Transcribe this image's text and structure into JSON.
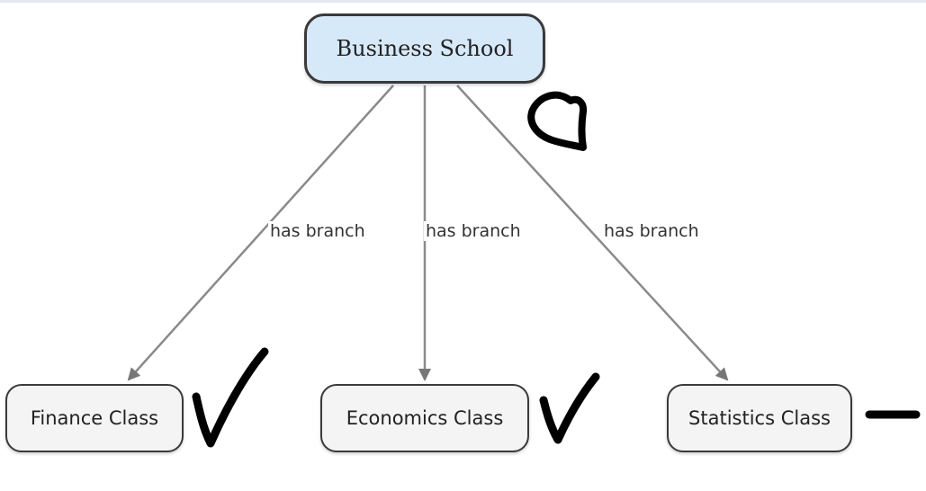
{
  "diagram": {
    "root": {
      "label": "Business School"
    },
    "children": [
      {
        "label": "Finance Class",
        "edge_label": "has branch",
        "annotation": "checkmark"
      },
      {
        "label": "Economics Class",
        "edge_label": "has branch",
        "annotation": "checkmark"
      },
      {
        "label": "Statistics Class",
        "edge_label": "has branch",
        "annotation": "dash"
      }
    ],
    "root_annotation": "hand-drawn-loop"
  },
  "colors": {
    "root_fill": "#d6e9f8",
    "node_fill": "#f4f4f4",
    "border": "#3a3a3a",
    "edge": "#777777",
    "ink": "#000000"
  }
}
